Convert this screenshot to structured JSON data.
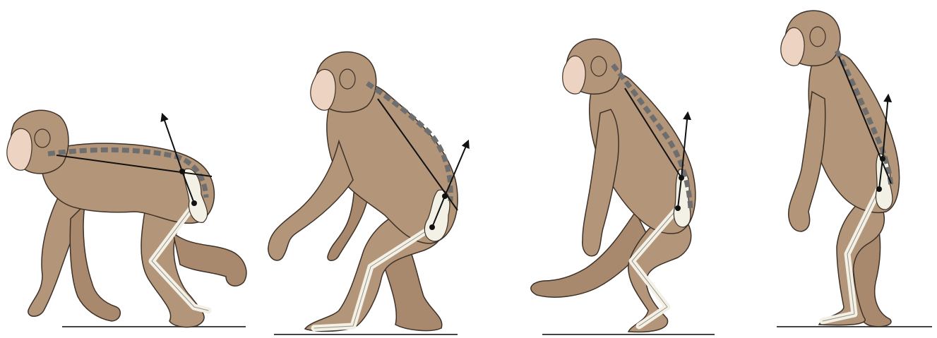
{
  "figure": {
    "panels": [
      {
        "id": "quadrupedal",
        "label": ""
      },
      {
        "id": "bent-hip-bent-knee",
        "label": ""
      },
      {
        "id": "semi-erect",
        "label": ""
      },
      {
        "id": "upright",
        "label": ""
      }
    ],
    "colors": {
      "fur": "#b39579",
      "outline": "#3d3128",
      "face": "#ecd3c2",
      "bone": "#f3f0e6",
      "spine": "#6e6e6e",
      "arrow": "#111111",
      "ground": "#444444",
      "background": "#ffffff"
    },
    "icons": [
      "spine-dashes",
      "pelvis-bone",
      "leg-bone",
      "force-arrow",
      "trunk-line"
    ]
  }
}
